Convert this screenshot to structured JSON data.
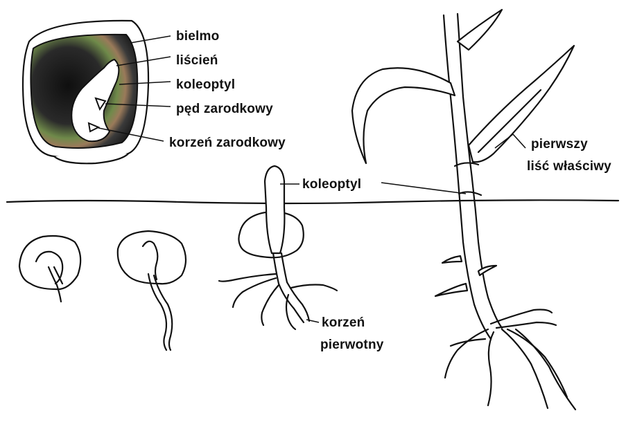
{
  "labels": {
    "bielmo": "bielmo",
    "liscien": "liścień",
    "koleoptyl_seed": "koleoptyl",
    "ped_zarodkowy": "pęd zarodkowy",
    "korzen_zarodkowy": "korzeń zarodkowy",
    "koleoptyl_seedling": "koleoptyl",
    "korzen_line1": "korzeń",
    "korzen_line2": "pierwotny",
    "pierwszy_line1": "pierwszy",
    "pierwszy_line2": "liść właściwy"
  },
  "colors": {
    "ink": "#111111",
    "embryo_dark": "#1a1a1a",
    "endosperm_glow": "#8fa35a"
  }
}
